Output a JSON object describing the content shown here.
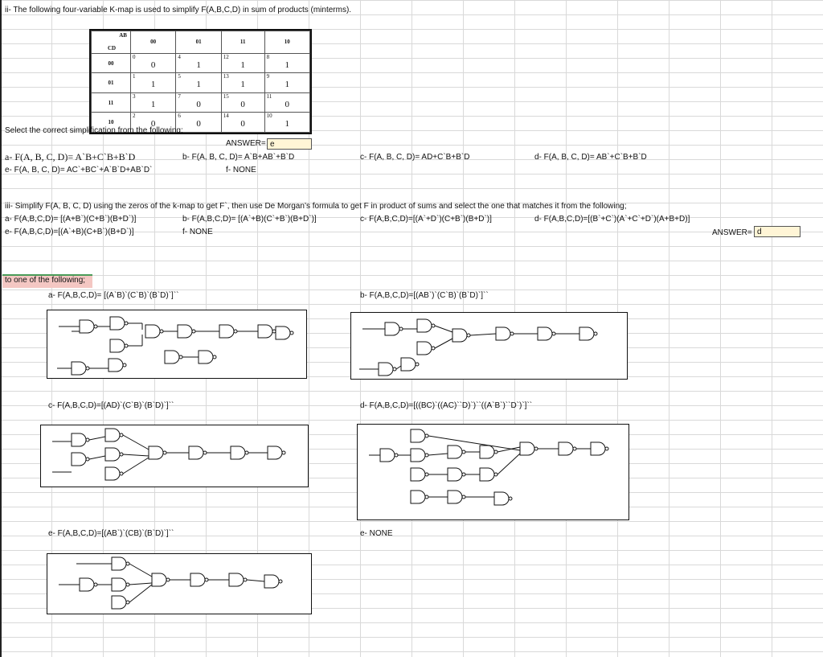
{
  "q2": {
    "title": "ii- The following four-variable K-map is used to simplify F(A,B,C,D) in sum of products (minterms).",
    "kmap": {
      "ab_label": "AB",
      "cd_label": "CD",
      "col_headers": [
        "00",
        "01",
        "11",
        "10"
      ],
      "rows": [
        {
          "label": "00",
          "cells": [
            {
              "i": "0",
              "v": "0"
            },
            {
              "i": "4",
              "v": "1"
            },
            {
              "i": "12",
              "v": "1"
            },
            {
              "i": "8",
              "v": "1"
            }
          ]
        },
        {
          "label": "01",
          "cells": [
            {
              "i": "1",
              "v": "1"
            },
            {
              "i": "5",
              "v": "1"
            },
            {
              "i": "13",
              "v": "1"
            },
            {
              "i": "9",
              "v": "1"
            }
          ]
        },
        {
          "label": "11",
          "cells": [
            {
              "i": "3",
              "v": "1"
            },
            {
              "i": "7",
              "v": "0"
            },
            {
              "i": "15",
              "v": "0"
            },
            {
              "i": "11",
              "v": "0"
            }
          ]
        },
        {
          "label": "10",
          "cells": [
            {
              "i": "2",
              "v": "0"
            },
            {
              "i": "6",
              "v": "0"
            },
            {
              "i": "14",
              "v": "0"
            },
            {
              "i": "10",
              "v": "1"
            }
          ]
        }
      ]
    },
    "select_text": "Select the correct simplification from the following;",
    "answer_label": "ANSWER=",
    "answer_value": "e",
    "options": {
      "a": "a-   F(A, B, C, D)= A`B+C`B+B`D",
      "b": "b- F(A, B, C, D)= A`B+AB`+B`D",
      "c": "c- F(A, B, C, D)= AD+C`B+B`D",
      "d": "d- F(A, B, C, D)= AB`+C`B+B`D",
      "e": "e- F(A, B, C, D)= AC`+BC`+A`B`D+AB`D`",
      "f": "f- NONE"
    }
  },
  "q3": {
    "title": "iii- Simplify F(A, B, C, D) using the zeros of the k-map to get F`, then use De Morgan’s formula to get F in product of sums and select the one that matches it from the following;",
    "options": {
      "a": "a- F(A,B,C,D)= [(A+B`)(C+B`)(B+D`)]",
      "b": "b- F(A,B,C,D)= [(A`+B)(C`+B`)(B+D`)]",
      "c": "c- F(A,B,C,D)=[(A`+D`)(C+B`)(B+D`)]",
      "d": "d- F(A,B,C,D)=[(B`+C`)(A`+C`+D`)(A+B+D)]",
      "e": "e- F(A,B,C,D)=[(A`+B)(C+B`)(B+D`)]",
      "f": "f- NONE"
    },
    "answer_label": "ANSWER=",
    "answer_value": "d"
  },
  "q4": {
    "title": "to one of the following;",
    "a": {
      "label": "a- F(A,B,C,D)= [(A`B)`(C`B)`(B`D)`]``"
    },
    "b": {
      "label": "b- F(A,B,C,D)=[(AB`)`(C`B)`(B`D)`]``"
    },
    "c": {
      "label": "c- F(A,B,C,D)=[(AD)`(C`B)`(B`D)`]``"
    },
    "d": {
      "label": "d- F(A,B,C,D)=[((BC)`((AC)``D)`)``((A`B`)``D`)`]``"
    },
    "e": {
      "label": "e- F(A,B,C,D)=[(AB`)`(CB)`(B`D)`]``"
    },
    "f": {
      "label": "e- NONE"
    }
  }
}
